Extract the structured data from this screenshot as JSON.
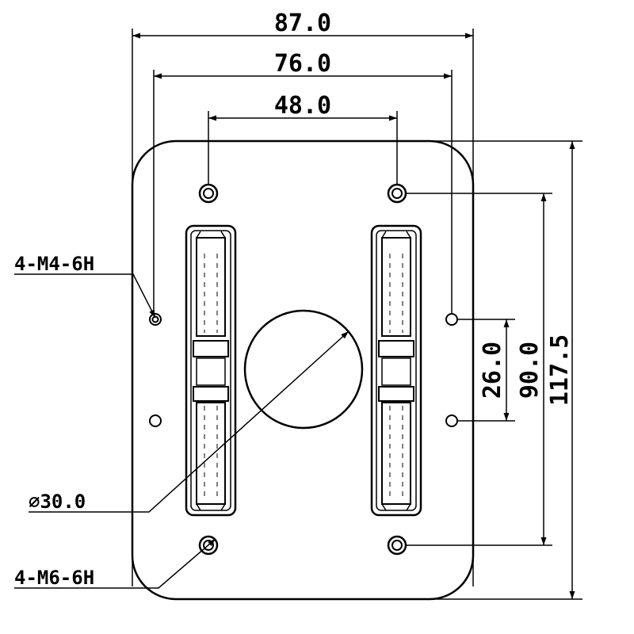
{
  "dimensions": {
    "width_overall": "87.0",
    "width_m4": "76.0",
    "width_m6": "48.0",
    "height_overall": "117.5",
    "height_m6": "90.0",
    "height_m4": "26.0"
  },
  "callouts": {
    "m4_holes": "4-M4-6H",
    "center_hole": "⌀30.0",
    "m6_holes": "4-M6-6H"
  }
}
